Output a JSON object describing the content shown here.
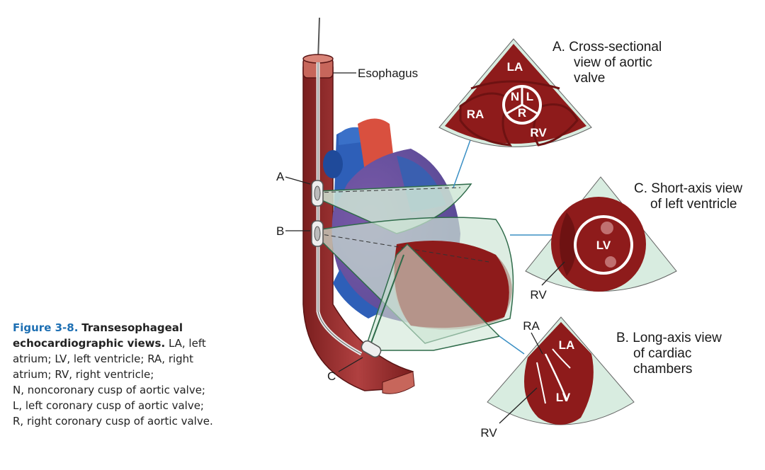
{
  "caption": {
    "figure_number": "Figure 3-8.",
    "title": "Transesophageal echocardiographic views.",
    "lines": [
      "LA, left",
      "atrium; LV, left ventricle; RA, right",
      "atrium; RV, right ventricle;",
      "N, noncoronary cusp of aortic valve;",
      "L, left coronary cusp of aortic valve;",
      "R, right coronary cusp of aortic valve."
    ]
  },
  "labels": {
    "esophagus": "Esophagus",
    "probe_a": "A",
    "probe_b": "B",
    "probe_c": "C"
  },
  "view_a": {
    "title_lines": [
      "A. Cross-sectional",
      "view of aortic",
      "valve"
    ],
    "la": "LA",
    "ra": "RA",
    "rv": "RV",
    "n": "N",
    "l": "L",
    "r": "R"
  },
  "view_c": {
    "title_lines": [
      "C. Short-axis view",
      "of left ventricle"
    ],
    "lv": "LV",
    "rv": "RV"
  },
  "view_b": {
    "title_lines": [
      "B. Long-axis view",
      "of cardiac",
      "chambers"
    ],
    "la": "LA",
    "lv": "LV",
    "ra": "RA",
    "rv": "RV"
  },
  "colors": {
    "tissue": "#8e1b1b",
    "tissue_dark": "#6e1212",
    "fan": "#d8ece0",
    "plane": "#cfe6d6",
    "plane_edge": "#2f6b4a",
    "aorta": "#d9503f",
    "vein": "#2e5fb8",
    "esophagus": "#9a2a2a",
    "leader": "#3a8fc4",
    "caption_blue": "#1d6fb3"
  }
}
